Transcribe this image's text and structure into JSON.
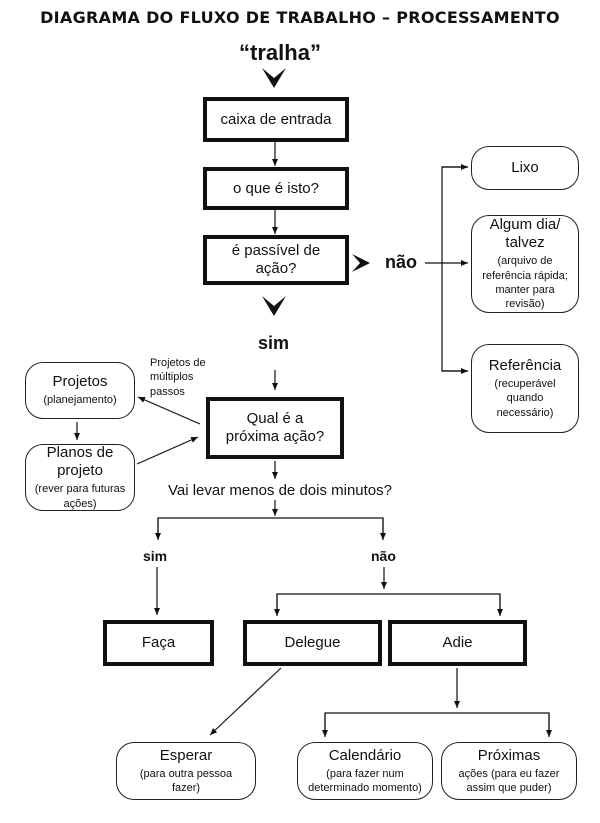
{
  "title": "DIAGRAMA DO FLUXO DE TRABALHO – PROCESSAMENTO",
  "start": "“tralha”",
  "steps": {
    "inbox": "caixa de entrada",
    "what": "o que é isto?",
    "actionable_line1": "é passível de",
    "actionable_line2": "ação?"
  },
  "branch_no": "não",
  "branch_yes": "sim",
  "non_actionable": [
    {
      "main": "Lixo",
      "sub": ""
    },
    {
      "main": "Algum dia/ talvez",
      "sub": "(arquivo de referência rápida; manter para revisão)"
    },
    {
      "main": "Referência",
      "sub": "(recuperável quando necessário)"
    }
  ],
  "projects": {
    "multi_step_label": "Projetos de múltiplos passos",
    "projects_box": {
      "main": "Projetos",
      "sub": "(planejamento)"
    },
    "plans_box": {
      "main": "Planos de projeto",
      "sub": "(rever para futuras ações)"
    }
  },
  "next_action": {
    "line1": "Qual é a",
    "line2": "próxima ação?"
  },
  "two_minutes": "Vai levar menos de dois minutos?",
  "two_min_yes": "sim",
  "two_min_no": "não",
  "outcomes": {
    "do": "Faça",
    "delegate": "Delegue",
    "defer": "Adie"
  },
  "final": [
    {
      "main": "Esperar",
      "sub": "(para outra pessoa fazer)"
    },
    {
      "main": "Calendário",
      "sub": "(para fazer num determinado momento)"
    },
    {
      "main": "Próximas",
      "sub": "ações (para eu fazer assim que puder)"
    }
  ]
}
